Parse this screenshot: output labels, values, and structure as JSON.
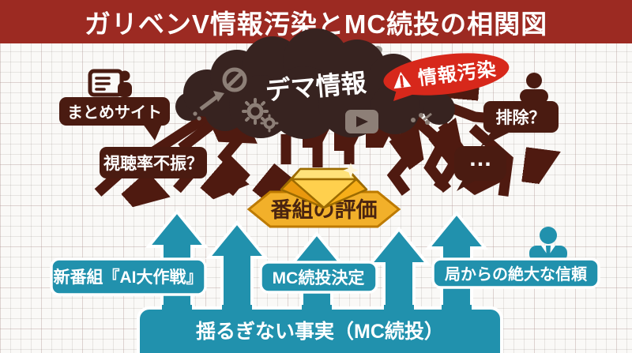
{
  "title": "ガリベンV情報汚染とMC続投の相関図",
  "cloud": {
    "label": "デマ情報"
  },
  "alert_badge": {
    "label": "情報汚染"
  },
  "negative_bubbles": {
    "matome_site": "まとめサイト",
    "ratings_slump": "視聴率不振？",
    "exclusion": "排除？",
    "ellipsis": "…"
  },
  "evaluation": {
    "banner": "番組の評価"
  },
  "supports": {
    "new_show": "新番組『AI大作戦』",
    "mc_decision": "MC続投決定",
    "station_trust": "局からの絶大な信頼"
  },
  "foundation": {
    "label": "揺るぎない事実（MC続投）"
  },
  "icons": {
    "alert": "warning-triangle-icon",
    "cloud_icons": [
      "prohibition-icon",
      "trending-up-icon",
      "gears-icon",
      "video-play-icon",
      "thumbs-up-icon",
      "sparkle-icon"
    ],
    "matome": "news-site-icon",
    "viewer": "person-icon",
    "executive": "businessman-icon",
    "center": "gem-icon"
  },
  "colors": {
    "title_bar": "#9c2a22",
    "alert_red": "#d7281b",
    "cloud_brown": "#372320",
    "arrow_maroon": "#4f1a10",
    "bubble_maroon": "#4a1b11",
    "teal": "#2191ad",
    "banner_gold": "#f2b02a",
    "gem_gold": "#f6b51f"
  }
}
